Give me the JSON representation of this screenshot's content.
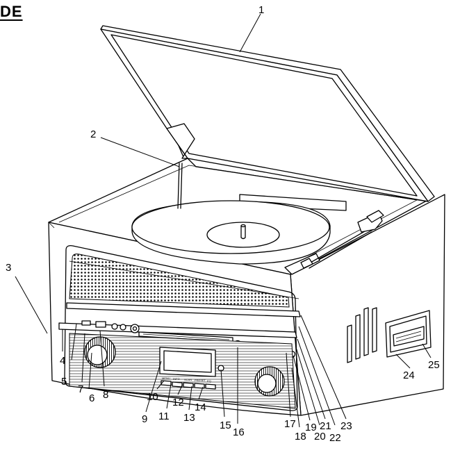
{
  "heading": "DE",
  "callouts": [
    "1",
    "2",
    "3",
    "4",
    "5",
    "6",
    "7",
    "8",
    "9",
    "10",
    "11",
    "12",
    "13",
    "14",
    "15",
    "16",
    "17",
    "18",
    "19",
    "20",
    "21",
    "22",
    "23",
    "24",
    "25"
  ],
  "panel_button_labels": [
    "MENU",
    "INFO",
    "SCAN",
    "PRESET",
    "EQ"
  ]
}
